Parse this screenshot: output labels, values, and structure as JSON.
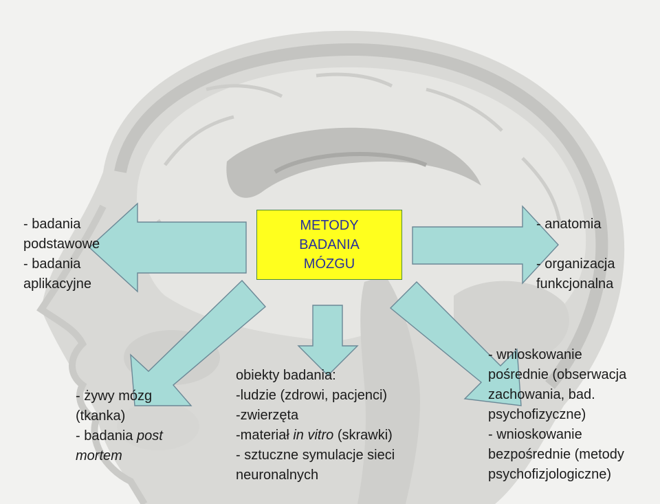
{
  "center": {
    "lines": [
      "METODY",
      "BADANIA",
      "MÓZGU"
    ]
  },
  "left_top": {
    "lines": [
      "- badania",
      "podstawowe",
      "- badania",
      "aplikacyjne"
    ]
  },
  "right_top": {
    "line1": "- anatomia",
    "line2": "- organizacja",
    "line3": "funkcjonalna"
  },
  "bottom_left": {
    "line1": "- żywy mózg",
    "line2": "(tkanka)",
    "line3_prefix": "- badania ",
    "line3_italic": "post",
    "line4_italic": "mortem"
  },
  "bottom_center": {
    "line1": "obiekty badania:",
    "line2": "-ludzie (zdrowi, pacjenci)",
    "line3": "-zwierzęta",
    "line4_prefix": "-materiał ",
    "line4_italic": "in vitro",
    "line4_suffix": " (skrawki)",
    "line5": "- sztuczne symulacje sieci",
    "line6": "neuronalnych"
  },
  "bottom_right": {
    "lines": [
      "- wnioskowanie",
      "pośrednie (obserwacja",
      "zachowania, bad.",
      "psychofizyczne)",
      "- wnioskowanie",
      "bezpośrednie (metody",
      "psychofizjologiczne)"
    ]
  },
  "colors": {
    "box_fill": "#ffff1e",
    "box_text": "#28309a",
    "arrow_fill": "#a6dbd7",
    "arrow_stroke": "#6b8896"
  }
}
